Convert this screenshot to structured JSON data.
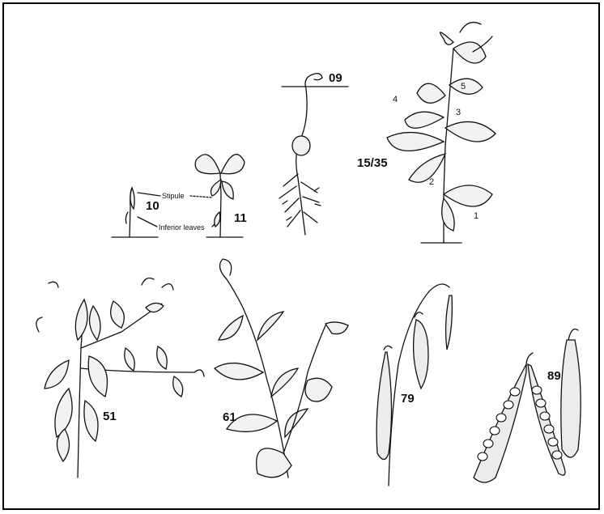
{
  "figure": {
    "stage_labels": {
      "s09": "09",
      "s10": "10",
      "s11": "11",
      "s15_35": "15/35",
      "s51": "51",
      "s61": "61",
      "s79": "79",
      "s89": "89"
    },
    "node_labels": [
      "1",
      "2",
      "3",
      "4",
      "5"
    ],
    "annotations": {
      "stipule": "Stipule",
      "inferior_leaves": "Inferior leaves"
    }
  }
}
